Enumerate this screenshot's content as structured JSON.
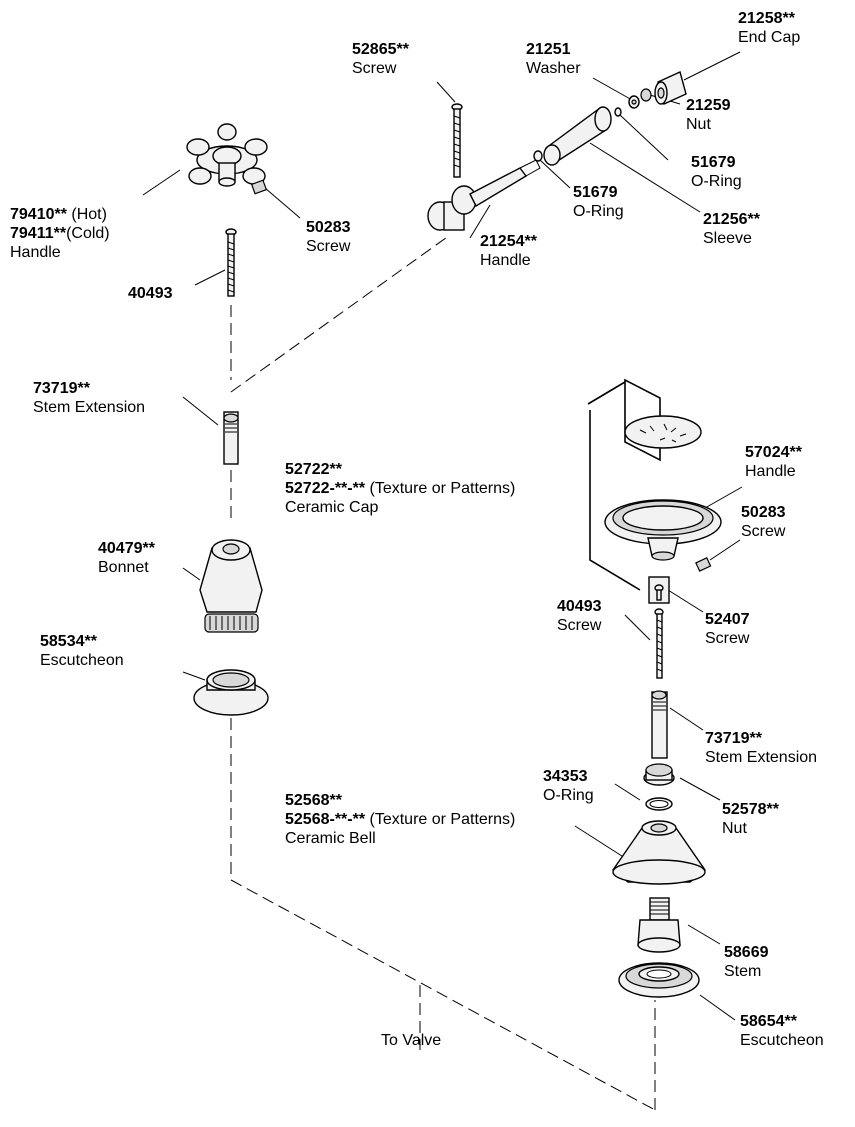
{
  "callouts": {
    "end_cap": {
      "number": "21258**",
      "name": "End Cap"
    },
    "screw_52865": {
      "number": "52865**",
      "name": "Screw"
    },
    "washer": {
      "number": "21251",
      "name": "Washer"
    },
    "nut_21259": {
      "number": "21259",
      "name": "Nut"
    },
    "oring_top": {
      "number": "51679",
      "name": "O-Ring"
    },
    "oring_mid": {
      "number": "51679",
      "name": "O-Ring"
    },
    "sleeve": {
      "number": "21256**",
      "name": "Sleeve"
    },
    "lever_handle": {
      "number": "21254**",
      "name": "Handle"
    },
    "cross_handle": {
      "hot_number": "79410**",
      "hot_note": " (Hot)",
      "cold_number": "79411**",
      "cold_note": "(Cold)",
      "name": "Handle"
    },
    "set_screw_left": {
      "number": "50283",
      "name": "Screw"
    },
    "screw_40493_left": {
      "number": "40493"
    },
    "stem_ext_left": {
      "number": "73719**",
      "name": "Stem Extension"
    },
    "ceramic_cap": {
      "number": "52722**",
      "pattern_number": "52722-**-**",
      "pattern_note": " (Texture or Patterns)",
      "name": "Ceramic Cap"
    },
    "bonnet": {
      "number": "40479**",
      "name": "Bonnet"
    },
    "escutcheon_left": {
      "number": "58534**",
      "name": "Escutcheon"
    },
    "round_handle": {
      "number": "57024**",
      "name": "Handle"
    },
    "set_screw_right": {
      "number": "50283",
      "name": "Screw"
    },
    "screw_40493_right": {
      "number": "40493",
      "name": "Screw"
    },
    "screw_52407": {
      "number": "52407",
      "name": "Screw"
    },
    "stem_ext_right": {
      "number": "73719**",
      "name": "Stem Extension"
    },
    "oring_34353": {
      "number": "34353",
      "name": "O-Ring"
    },
    "nut_52578": {
      "number": "52578**",
      "name": "Nut"
    },
    "ceramic_bell": {
      "number": "52568**",
      "pattern_number": "52568-**-**",
      "pattern_note": " (Texture or Patterns)",
      "name": "Ceramic Bell"
    },
    "stem": {
      "number": "58669",
      "name": "Stem"
    },
    "escutcheon_right": {
      "number": "58654**",
      "name": "Escutcheon"
    }
  },
  "to_valve": "To Valve"
}
